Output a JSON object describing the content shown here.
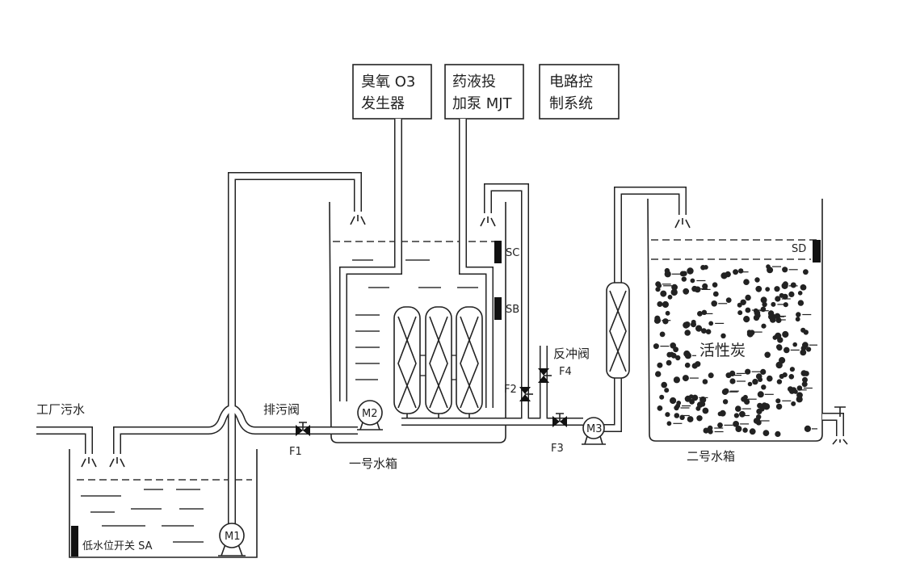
{
  "equipment": {
    "ozone_generator": {
      "line1": "臭氧 O3",
      "line2": "发生器"
    },
    "dosing_pump": {
      "line1": "药液投",
      "line2": "加泵 MJT"
    },
    "control_system": {
      "line1": "电路控",
      "line2": "制系统"
    }
  },
  "labels": {
    "factory_wastewater": "工厂污水",
    "drain_valve": "排污阀",
    "f1": "F1",
    "f2": "F2",
    "f3": "F3",
    "backwash_valve": "反冲阀",
    "f4": "F4",
    "tank1": "一号水箱",
    "tank2": "二号水箱",
    "activated_carbon": "活性炭",
    "low_level_switch": "低水位开关 SA",
    "sc": "SC",
    "sb": "SB",
    "sd": "SD",
    "m1": "M1",
    "m2": "M2",
    "m3": "M3"
  },
  "colors": {
    "line": "#222222",
    "background": "#ffffff",
    "sensor": "#111111"
  }
}
